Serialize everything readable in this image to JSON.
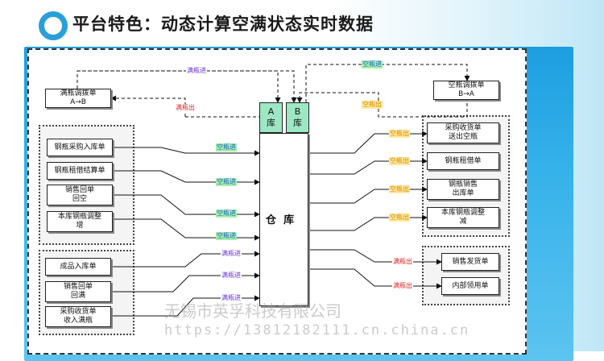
{
  "title": "平台特色：动态计算空满状态实时数据",
  "warehouse": {
    "label_left": "仓",
    "label_right": "库"
  },
  "libraries": [
    {
      "letter": "A",
      "word": "库"
    },
    {
      "letter": "B",
      "word": "库"
    }
  ],
  "transfer": {
    "full_transfer": [
      "满瓶调拨单",
      "A→B"
    ],
    "empty_transfer": [
      "空瓶调拨单",
      "B→A"
    ]
  },
  "left_top": [
    [
      "钢瓶采购入库单"
    ],
    [
      "钢瓶租借结算单"
    ],
    [
      "销售回单",
      "回空"
    ],
    [
      "本库钢瓶调整",
      "增"
    ]
  ],
  "left_bottom": [
    [
      "成品入库单"
    ],
    [
      "销售回单",
      "回满"
    ],
    [
      "采购收货单",
      "收入满瓶"
    ]
  ],
  "right_top": [
    [
      "采购收货单",
      "送出空瓶"
    ],
    [
      "钢瓶租借单"
    ],
    [
      "钢瓶销售",
      "出库单"
    ],
    [
      "本库钢瓶调整",
      "减"
    ]
  ],
  "right_bottom": [
    [
      "销售发货单"
    ],
    [
      "内部领用单"
    ]
  ],
  "tags": {
    "empty_in": "空瓶进",
    "empty_out": "空瓶出",
    "full_in": "满瓶进",
    "full_out": "满瓶出"
  },
  "watermark": {
    "company": "无锡市英孚科技有限公司",
    "url": "https://13812182111.cn.china.cn"
  }
}
